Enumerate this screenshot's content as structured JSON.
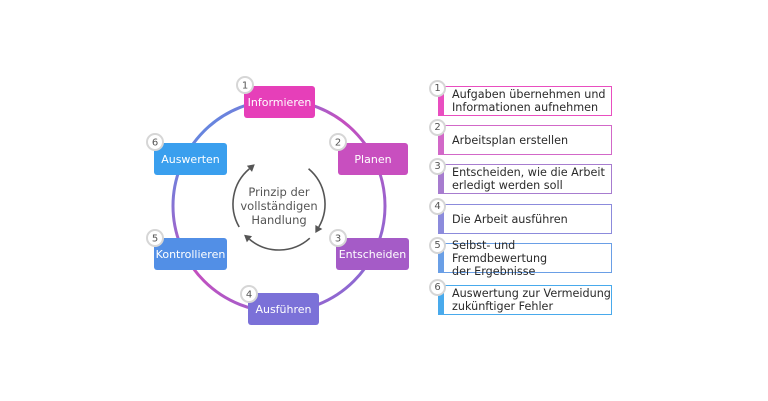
{
  "center_label": "Prinzip der\nvollständigen\nHandlung",
  "cycle": [
    {
      "num": "1",
      "label": "Informieren",
      "color": "#e63fb9"
    },
    {
      "num": "2",
      "label": "Planen",
      "color": "#c84fbf"
    },
    {
      "num": "3",
      "label": "Entscheiden",
      "color": "#a55bc7"
    },
    {
      "num": "4",
      "label": "Ausführen",
      "color": "#7b71d8"
    },
    {
      "num": "5",
      "label": "Kontrollieren",
      "color": "#528fe6"
    },
    {
      "num": "6",
      "label": "Auswerten",
      "color": "#3a9fee"
    }
  ],
  "steps": [
    {
      "num": "1",
      "text": "Aufgaben übernehmen und\nInformationen aufnehmen",
      "color": "#e94ec0"
    },
    {
      "num": "2",
      "text": "Arbeitsplan erstellen",
      "color": "#d268c8"
    },
    {
      "num": "3",
      "text": "Entscheiden, wie die Arbeit\nerledigt werden soll",
      "color": "#a77ccf"
    },
    {
      "num": "4",
      "text": "Die Arbeit ausführen",
      "color": "#8c8bdc"
    },
    {
      "num": "5",
      "text": "Selbst- und Fremdbewertung\nder Ergebnisse",
      "color": "#6a9fe6"
    },
    {
      "num": "6",
      "text": "Auswertung zur Vermeidung\nzukünftiger Fehler",
      "color": "#49aaec"
    }
  ]
}
